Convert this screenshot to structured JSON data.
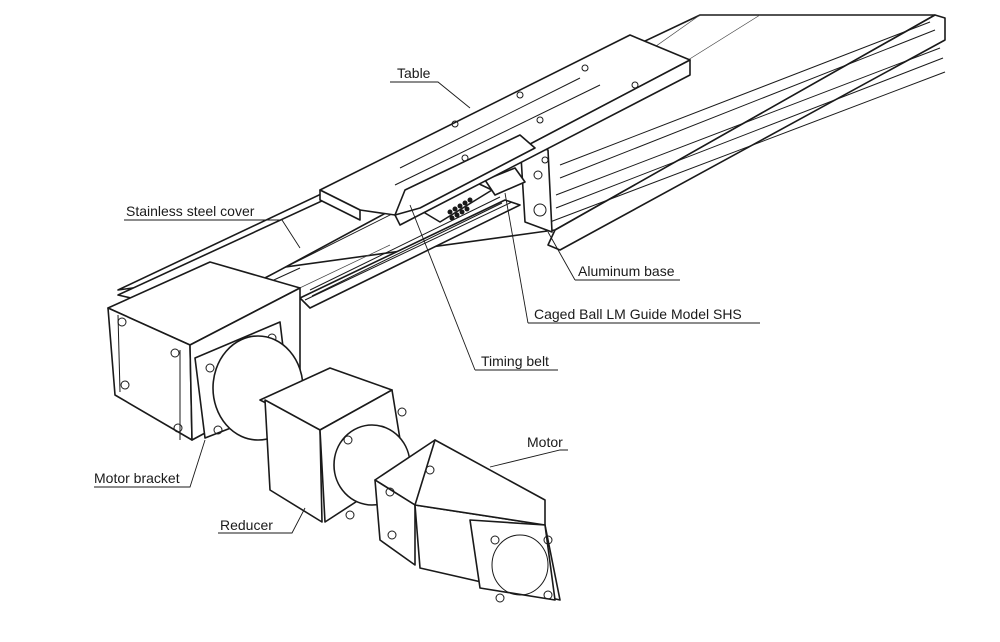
{
  "labels": {
    "table": "Table",
    "stainless_steel_cover": "Stainless steel cover",
    "aluminum_base": "Aluminum base",
    "caged_ball_guide": "Caged Ball LM Guide Model SHS",
    "timing_belt": "Timing belt",
    "motor": "Motor",
    "motor_bracket": "Motor bracket",
    "reducer": "Reducer"
  }
}
